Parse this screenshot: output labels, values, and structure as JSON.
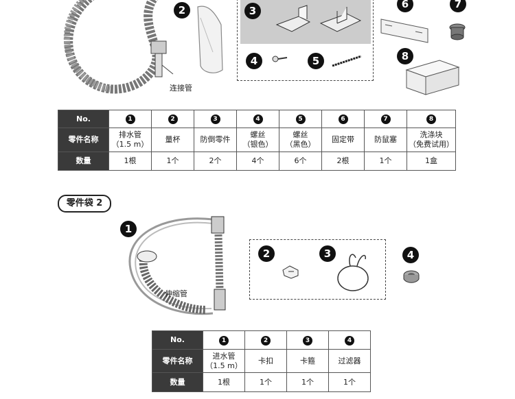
{
  "top_callouts": {
    "n2": "2",
    "n3": "3",
    "n4": "4",
    "n5": "5",
    "n6": "6",
    "n7": "7",
    "n8": "8",
    "hose_label": "连接管"
  },
  "table1": {
    "no_header": "No.",
    "name_header": "零件名称",
    "qty_header": "数量",
    "columns": [
      {
        "no": "1",
        "name1": "排水管",
        "name2": "（1.5 m）",
        "qty": "1根"
      },
      {
        "no": "2",
        "name1": "量杯",
        "name2": "",
        "qty": "1个"
      },
      {
        "no": "3",
        "name1": "防倒零件",
        "name2": "",
        "qty": "2个"
      },
      {
        "no": "4",
        "name1": "螺丝",
        "name2": "（银色）",
        "qty": "4个"
      },
      {
        "no": "5",
        "name1": "螺丝",
        "name2": "（黑色）",
        "qty": "6个"
      },
      {
        "no": "6",
        "name1": "固定带",
        "name2": "",
        "qty": "2根"
      },
      {
        "no": "7",
        "name1": "防鼠塞",
        "name2": "",
        "qty": "1个"
      },
      {
        "no": "8",
        "name1": "洗涤块",
        "name2": "（免费试用）",
        "qty": "1盒"
      }
    ]
  },
  "bag2": {
    "title": "零件袋 2",
    "callouts": {
      "n1": "1",
      "n2": "2",
      "n3": "3",
      "n4": "4"
    },
    "hose_label": "伸缩管"
  },
  "table2": {
    "no_header": "No.",
    "name_header": "零件名称",
    "qty_header": "数量",
    "columns": [
      {
        "no": "1",
        "name1": "进水管",
        "name2": "（1.5 m）",
        "qty": "1根"
      },
      {
        "no": "2",
        "name1": "卡扣",
        "name2": "",
        "qty": "1个"
      },
      {
        "no": "3",
        "name1": "卡箍",
        "name2": "",
        "qty": "1个"
      },
      {
        "no": "4",
        "name1": "过滤器",
        "name2": "",
        "qty": "1个"
      }
    ]
  }
}
